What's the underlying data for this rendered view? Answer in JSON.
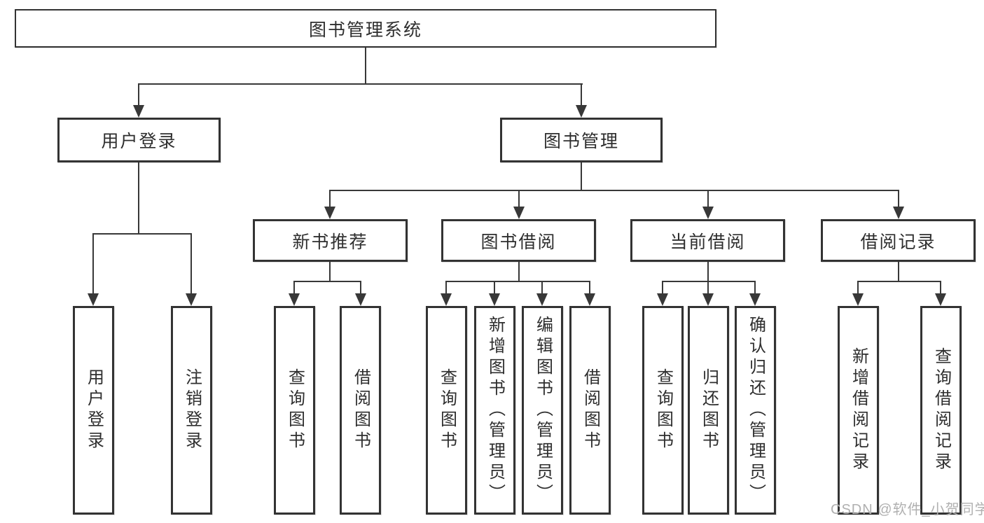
{
  "colors": {
    "line": "#383838",
    "border": "#333333",
    "text": "#2e2e2e",
    "watermark": "#b0b0b0",
    "background": "#ffffff"
  },
  "tree": {
    "root": {
      "label": "图书管理系统"
    },
    "branches": [
      {
        "label": "用户登录",
        "children": [
          {
            "label": "用户登录"
          },
          {
            "label": "注销登录"
          }
        ]
      },
      {
        "label": "图书管理",
        "children": [
          {
            "label": "新书推荐",
            "children": [
              {
                "label": "查询图书"
              },
              {
                "label": "借阅图书"
              }
            ]
          },
          {
            "label": "图书借阅",
            "children": [
              {
                "label": "查询图书"
              },
              {
                "label": "新增图书（管理员）"
              },
              {
                "label": "编辑图书（管理员）"
              },
              {
                "label": "借阅图书"
              }
            ]
          },
          {
            "label": "当前借阅",
            "children": [
              {
                "label": "查询图书"
              },
              {
                "label": "归还图书"
              },
              {
                "label": "确认归还（管理员）"
              }
            ]
          },
          {
            "label": "借阅记录",
            "children": [
              {
                "label": "新增借阅记录"
              },
              {
                "label": "查询借阅记录"
              }
            ]
          }
        ]
      }
    ],
    "watermark": "CSDN @软件_小贺同学"
  }
}
